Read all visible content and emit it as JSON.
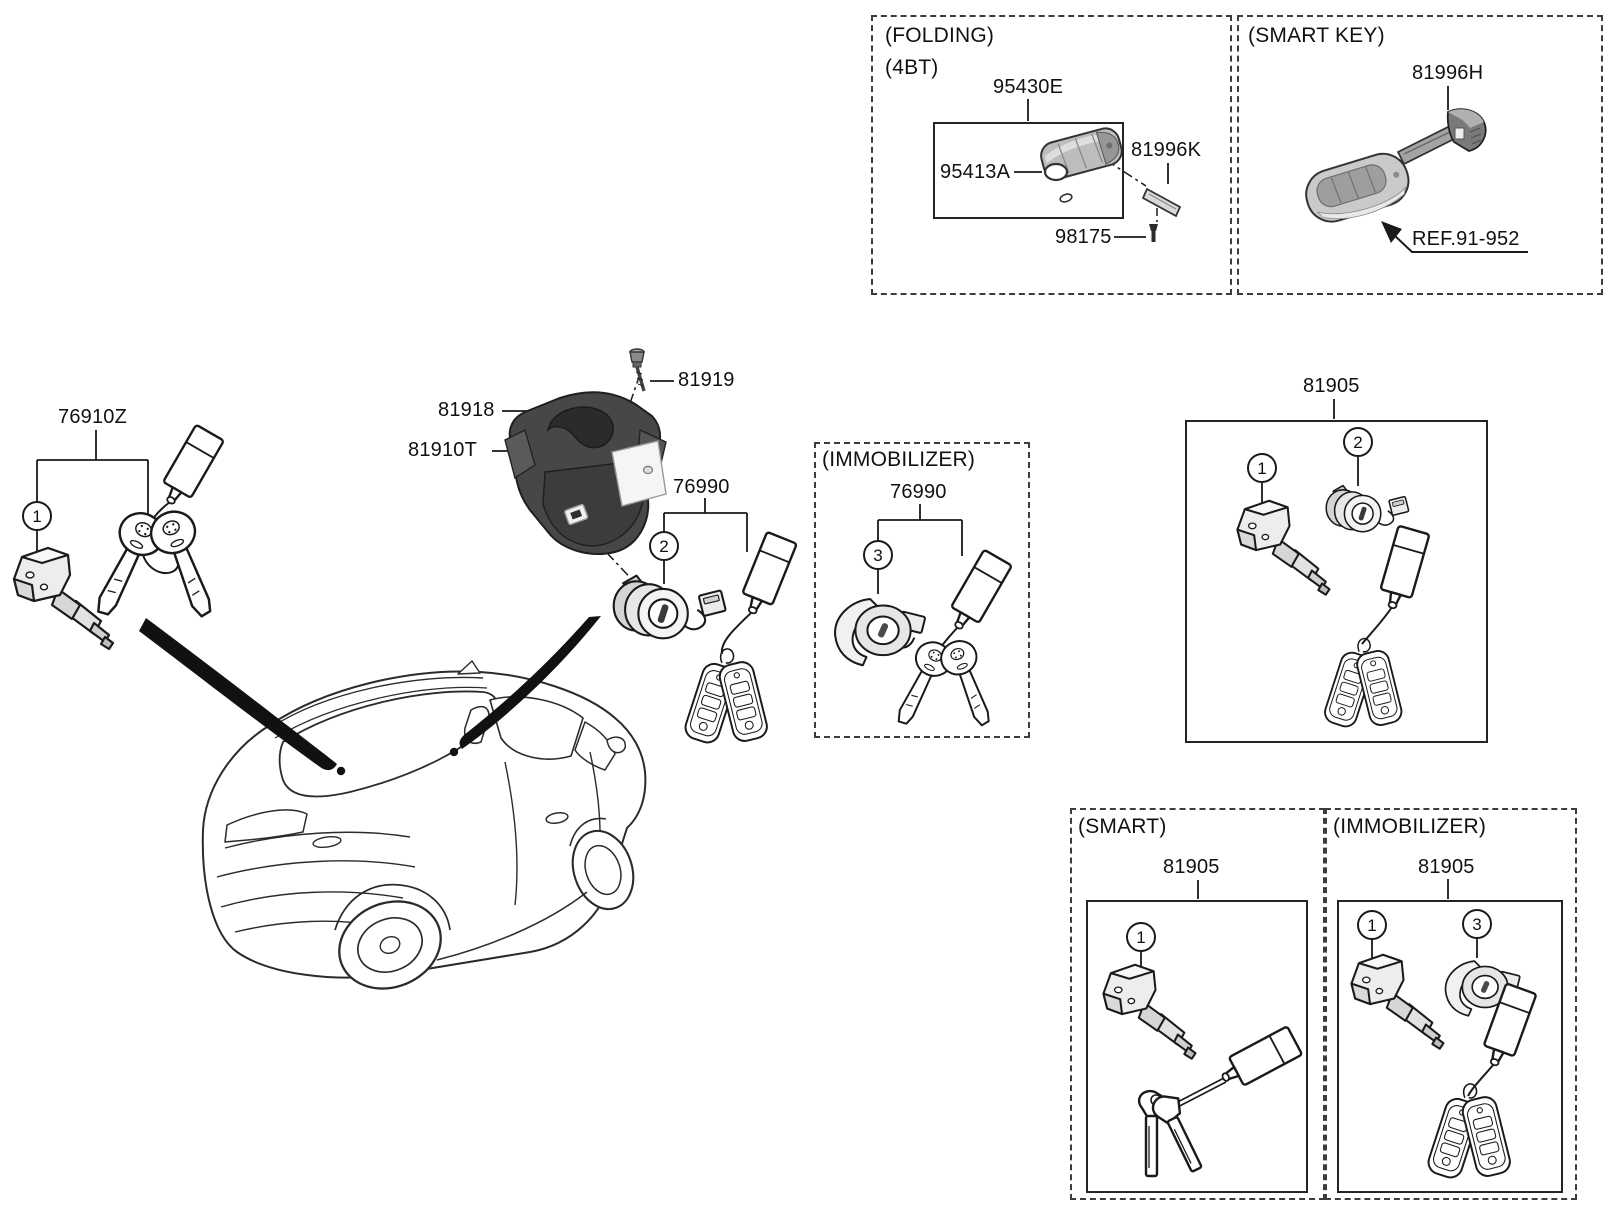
{
  "folding_box": {
    "title_line1": "(FOLDING)",
    "title_line2": "(4BT)",
    "part_keyfob": "95430E",
    "part_battery": "95413A",
    "part_blade": "81996K",
    "part_pin": "98175"
  },
  "smartkey_box": {
    "title": "(SMART KEY)",
    "part_blade": "81996H",
    "ref_label": "REF.91-952"
  },
  "door_lock_group": {
    "part": "76910Z",
    "callout": "1"
  },
  "steering_lock_group": {
    "part_screw": "81919",
    "part_cover": "81918",
    "part_body": "81910T"
  },
  "ignition_group": {
    "part": "76990",
    "callout": "2"
  },
  "immobilizer_mid_box": {
    "title": "(IMMOBILIZER)",
    "part": "76990",
    "callout": "3"
  },
  "keyset_box": {
    "part": "81905",
    "callout_lock": "1",
    "callout_switch": "2"
  },
  "smart_bottom_box": {
    "title": "(SMART)",
    "part": "81905",
    "callout_lock": "1"
  },
  "immobilizer_bottom_box": {
    "title": "(IMMOBILIZER)",
    "part": "81905",
    "callout_lock": "1",
    "callout_immo": "3"
  },
  "colors": {
    "ink": "#1a1a1a",
    "dark_part": "#4a4a4a",
    "mid_part": "#9a9a9a",
    "light_part": "#ececec"
  }
}
